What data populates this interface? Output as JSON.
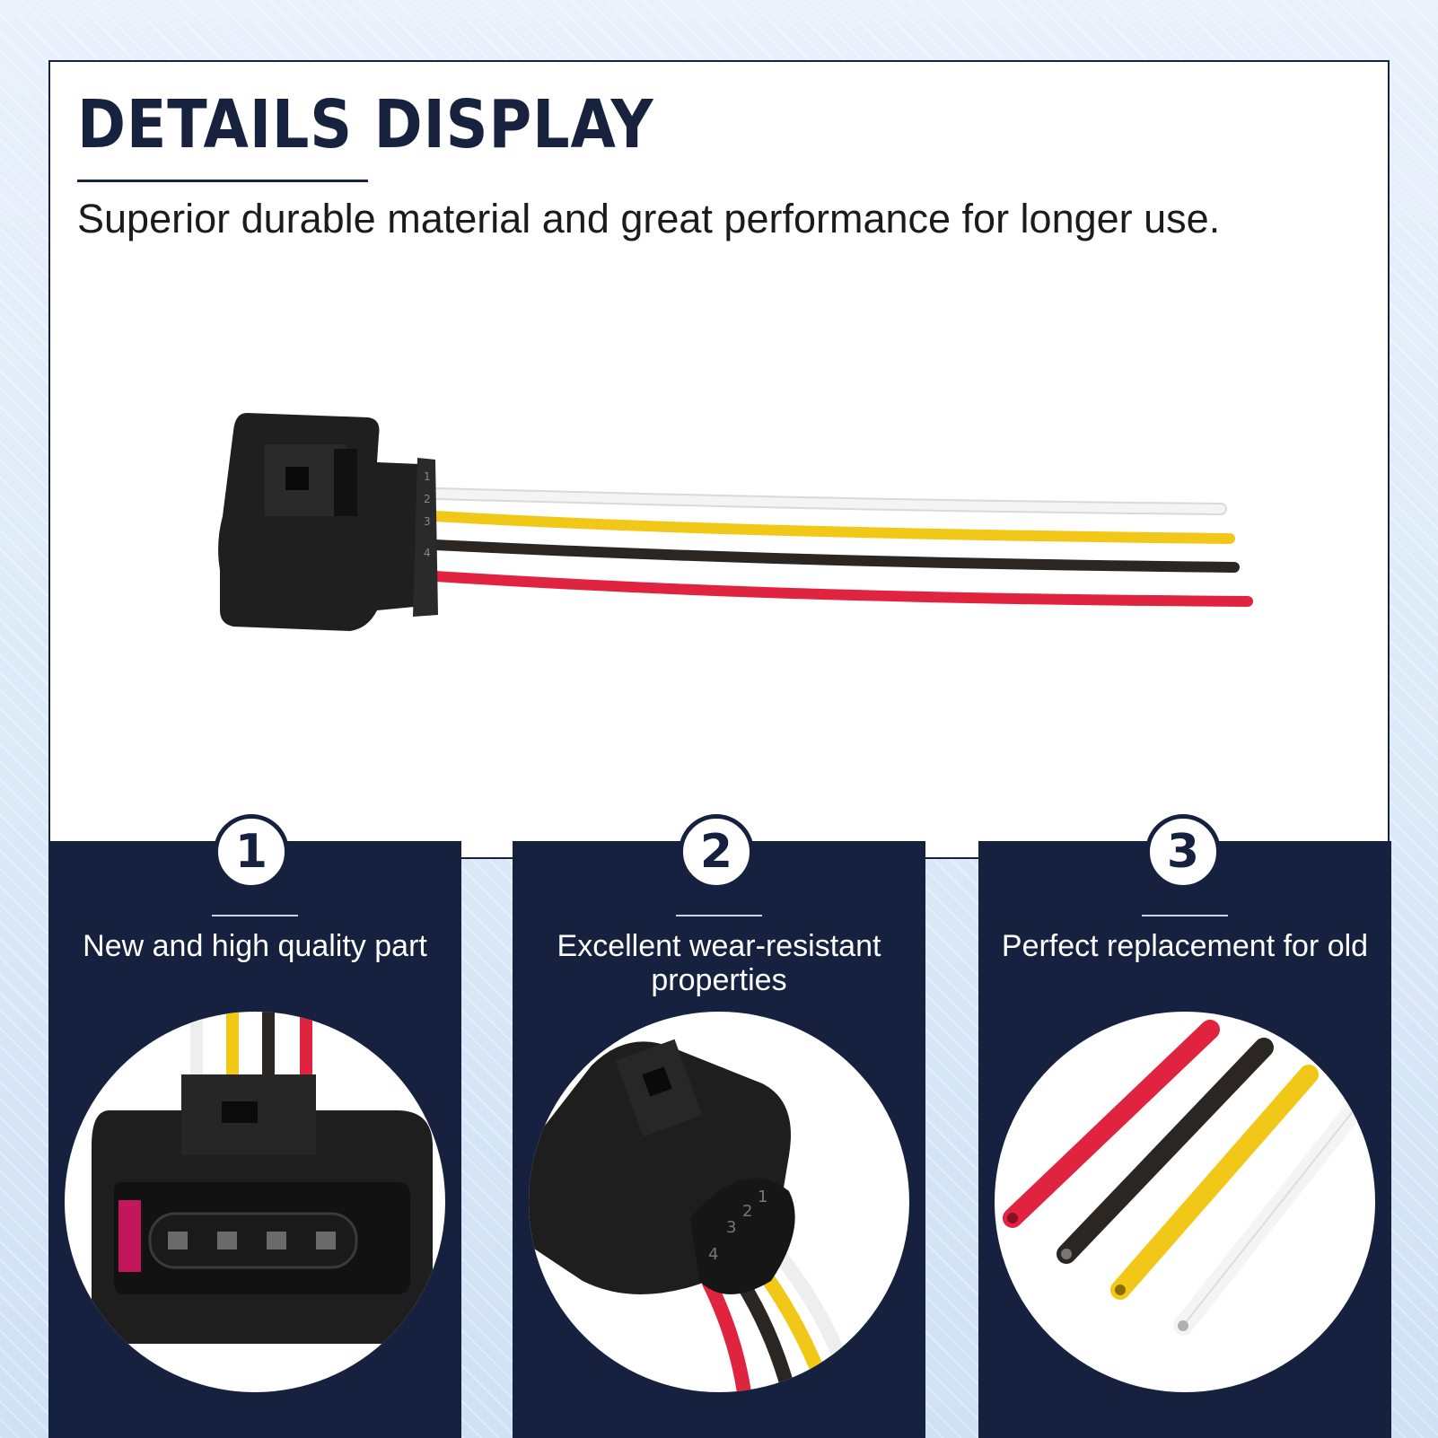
{
  "header": {
    "title": "DETAILS DISPLAY",
    "subtitle": "Superior durable material and great performance for longer use."
  },
  "hero": {
    "pin_numbers": [
      "1",
      "2",
      "3",
      "4"
    ]
  },
  "features": [
    {
      "number": "1",
      "label": "New and high quality part"
    },
    {
      "number": "2",
      "label": "Excellent wear-resistant properties"
    },
    {
      "number": "3",
      "label": "Perfect replacement for old"
    }
  ],
  "colors": {
    "navy": "#15213f",
    "wire_white": "#f2f2f2",
    "wire_yellow": "#f2c818",
    "wire_black": "#2b2622",
    "wire_red": "#e0233f"
  }
}
